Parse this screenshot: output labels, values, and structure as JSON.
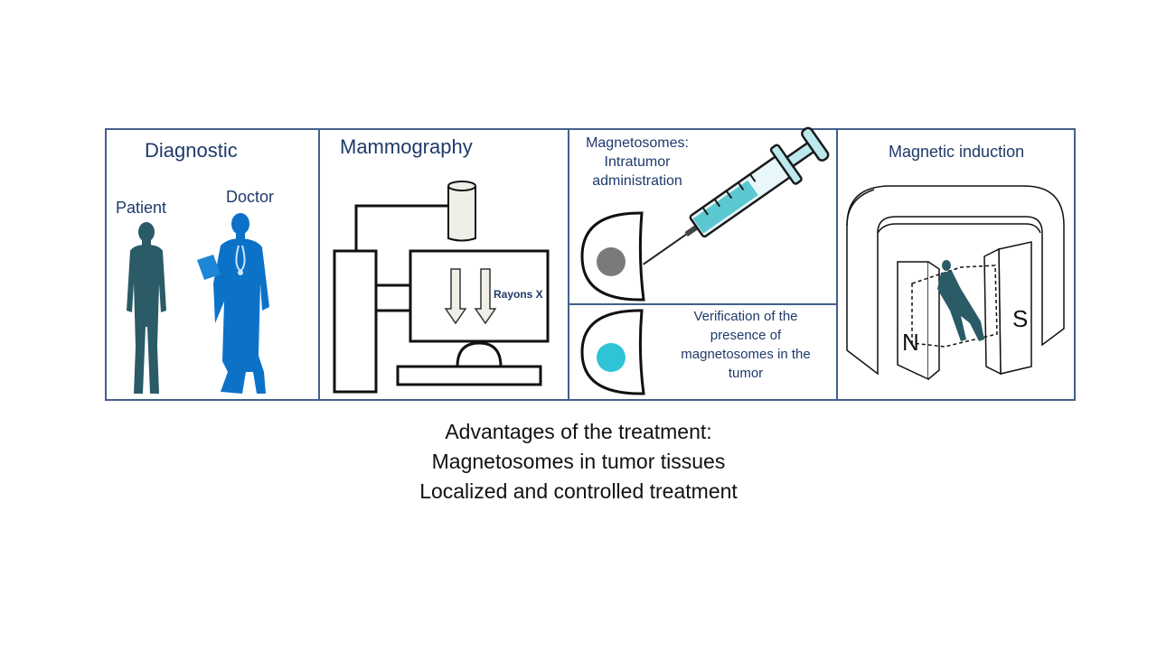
{
  "panels": {
    "diagnostic": {
      "title": "Diagnostic",
      "patient_label": "Patient",
      "doctor_label": "Doctor"
    },
    "mammography": {
      "title": "Mammography",
      "xray_label": "Rayons X"
    },
    "injection": {
      "title_line1": "Magnetosomes:",
      "title_line2": "Intratumor",
      "title_line3": "administration"
    },
    "verification": {
      "line1": "Verification of the",
      "line2": "presence of",
      "line3": "magnetosomes in the",
      "line4": "tumor"
    },
    "induction": {
      "title": "Magnetic induction",
      "pole_n": "N",
      "pole_s": "S"
    }
  },
  "caption": {
    "line1": "Advantages of the treatment:",
    "line2": "Magnetosomes in tumor tissues",
    "line3": "Localized and controlled treatment"
  },
  "colors": {
    "border": "#41618a",
    "title_text": "#1f3a6b",
    "patient_silhouette": "#2a5b66",
    "doctor_silhouette": "#0b72c8",
    "syringe_fluid": "#5bc8d1",
    "tumor_gray": "#7a7a7a",
    "tumor_cyan": "#2ec4d6"
  },
  "icons": [
    "patient-silhouette",
    "doctor-silhouette",
    "mammography-machine",
    "syringe-icon",
    "breast-tumor-icon",
    "magnet-icon"
  ]
}
